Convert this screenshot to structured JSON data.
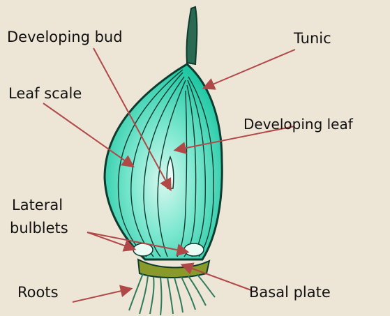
{
  "labels": {
    "developing_bud": "Developing bud",
    "tunic": "Tunic",
    "leaf_scale": "Leaf scale",
    "developing_leaf": "Developing leaf",
    "lateral": "Lateral",
    "bulblets": "bulblets",
    "roots": "Roots",
    "basal_plate": "Basal plate"
  },
  "colors": {
    "background": "#ede5d6",
    "bulb_fill": "#2fd6b4",
    "bulb_light": "#c9f4ea",
    "bulb_line": "#0d3b30",
    "arrow": "#b14848",
    "basal_plate": "#8a9a2a",
    "roots": "#2d7b5a"
  }
}
